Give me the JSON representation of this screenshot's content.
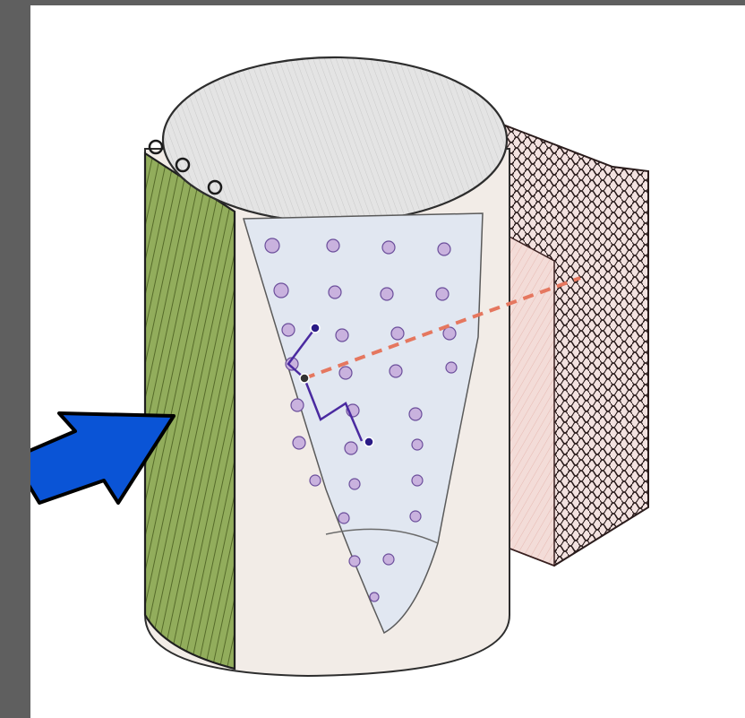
{
  "figure": {
    "kind": "hand-drawn cross-section illustration",
    "colors": {
      "background_frame": "#5f5f5f",
      "paper": "#ffffff",
      "cylinder_fill": "#f1ebe6",
      "top_cap": "#dcdcdc",
      "green_band": "#8aa85a",
      "cutaway_inner": "#dfe6f1",
      "pink_block": "#f0c9c4",
      "knit_block_outline": "#2a1c1c",
      "arrow_fill": "#0a54d6",
      "arrow_outline": "#000000",
      "path_line": "#4a2aa0",
      "dashed_line": "#e5775f",
      "dot": "#8a67b8"
    },
    "elements": [
      {
        "name": "pointer-arrow",
        "label": ""
      },
      {
        "name": "cylinder",
        "label": ""
      },
      {
        "name": "knit-block",
        "label": ""
      },
      {
        "name": "random-walk-path",
        "label": ""
      },
      {
        "name": "dashed-projection-line",
        "label": ""
      }
    ]
  }
}
